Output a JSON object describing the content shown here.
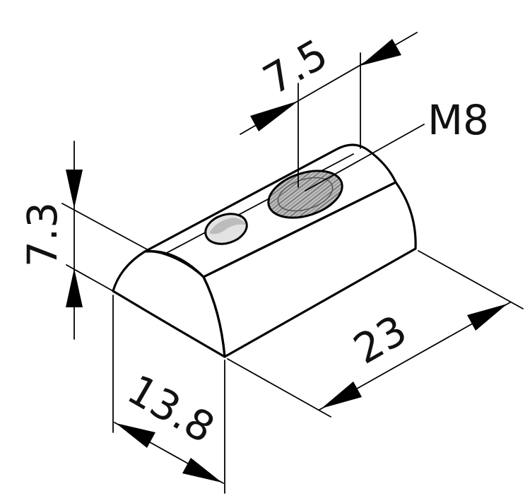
{
  "drawing": {
    "subject": "t-slot-nut",
    "colors": {
      "body_light": "#ececec",
      "body_mid": "#dcdcdc",
      "body_shade": "#c9c9c9",
      "line": "#000000",
      "background": "#ffffff"
    },
    "labels": {
      "width_top": "7.5",
      "thread": "M8",
      "height": "7.3",
      "length": "23",
      "width_bottom": "13.8"
    }
  }
}
